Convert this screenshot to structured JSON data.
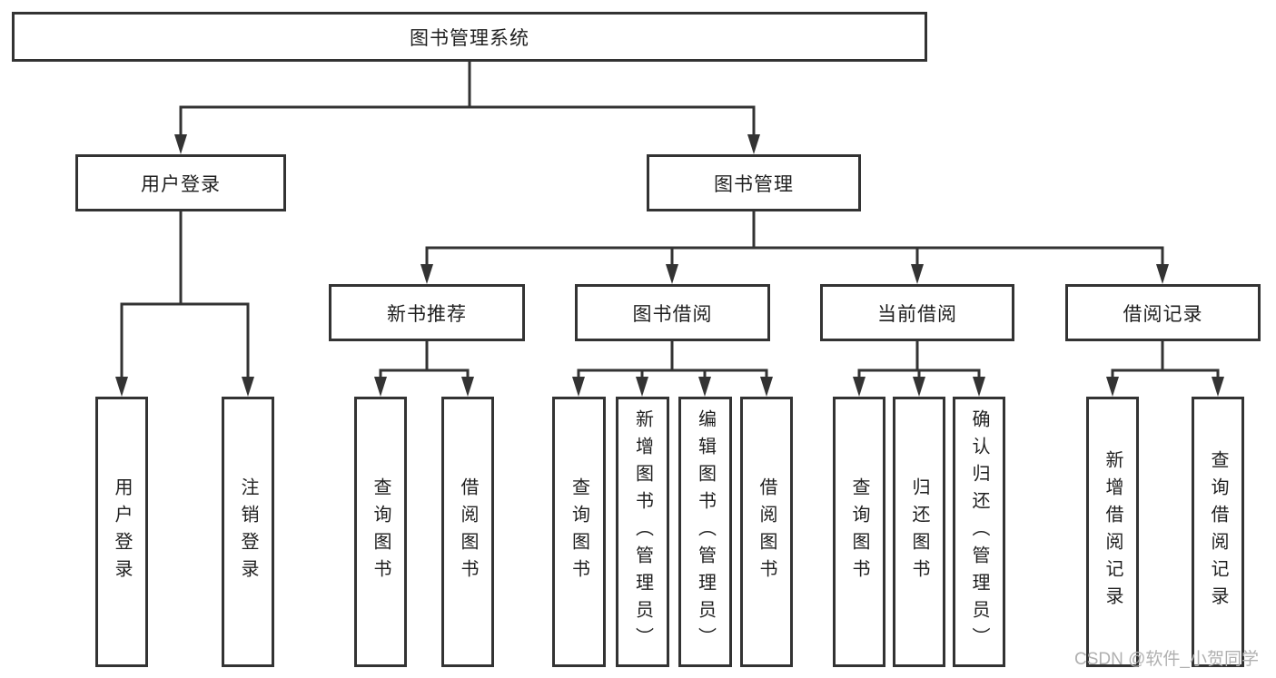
{
  "diagram": {
    "root": {
      "label": "图书管理系统"
    },
    "branches": [
      {
        "label": "用户登录",
        "children": [
          {
            "label": "用户登录"
          },
          {
            "label": "注销登录"
          }
        ]
      },
      {
        "label": "图书管理",
        "children": [
          {
            "label": "新书推荐",
            "children": [
              {
                "label": "查询图书"
              },
              {
                "label": "借阅图书"
              }
            ]
          },
          {
            "label": "图书借阅",
            "children": [
              {
                "label": "查询图书"
              },
              {
                "label": "新增图书（管理员）"
              },
              {
                "label": "编辑图书（管理员）"
              },
              {
                "label": "借阅图书"
              }
            ]
          },
          {
            "label": "当前借阅",
            "children": [
              {
                "label": "查询图书"
              },
              {
                "label": "归还图书"
              },
              {
                "label": "确认归还（管理员）"
              }
            ]
          },
          {
            "label": "借阅记录",
            "children": [
              {
                "label": "新增借阅记录"
              },
              {
                "label": "查询借阅记录"
              }
            ]
          }
        ]
      }
    ]
  },
  "watermark": {
    "text": "CSDN @软件_小贺同学"
  },
  "colors": {
    "line": "#333333",
    "text": "#1f1f1f",
    "watermark": "#b0b0b0",
    "background": "#ffffff"
  }
}
